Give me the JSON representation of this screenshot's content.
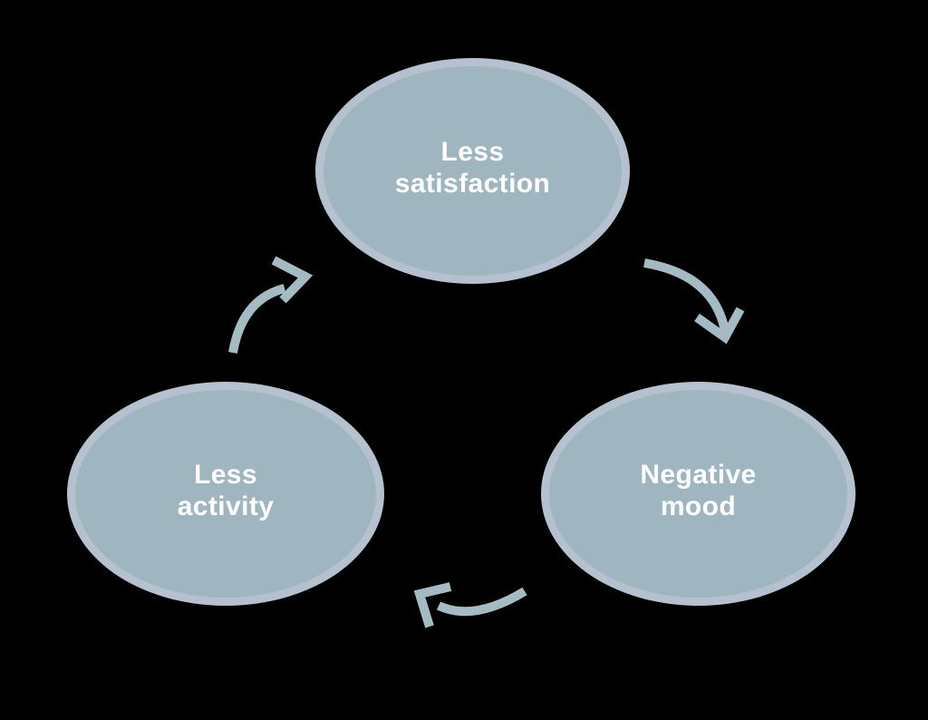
{
  "colors": {
    "bg": "#000000",
    "nodeFill": "#9FB5BF",
    "nodeBorder": "#B6C1CF",
    "arrow": "#A4BBC4",
    "text": "#FFFFFF"
  },
  "nodes": [
    {
      "id": "less-satisfaction",
      "lines": [
        "Less",
        "satisfaction"
      ]
    },
    {
      "id": "negative-mood",
      "lines": [
        "Negative",
        "mood"
      ]
    },
    {
      "id": "less-activity",
      "lines": [
        "Less",
        "activity"
      ]
    }
  ],
  "arrows": [
    {
      "id": "less-satisfaction-to-negative-mood"
    },
    {
      "id": "negative-mood-to-less-activity"
    },
    {
      "id": "less-activity-to-less-satisfaction"
    }
  ]
}
